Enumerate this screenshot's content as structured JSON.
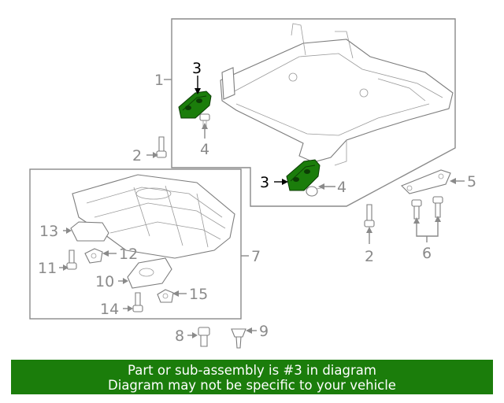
{
  "colors": {
    "banner_bg": "#1b7d0b",
    "banner_text": "#ffffff",
    "highlight_part": "#1b7d0b",
    "line_art": "#8a8a8a"
  },
  "callouts": {
    "c1": "1",
    "c2a": "2",
    "c2b": "2",
    "c3a": "3",
    "c3b": "3",
    "c4a": "4",
    "c4b": "4",
    "c5": "5",
    "c6": "6",
    "c7": "7",
    "c8": "8",
    "c9": "9",
    "c10": "10",
    "c11": "11",
    "c12": "12",
    "c13": "13",
    "c14": "14",
    "c15": "15"
  },
  "highlighted_callout": "3",
  "banner": {
    "line1": "Part or sub-assembly is #3 in diagram",
    "line2": "Diagram may not be specific to your vehicle"
  }
}
